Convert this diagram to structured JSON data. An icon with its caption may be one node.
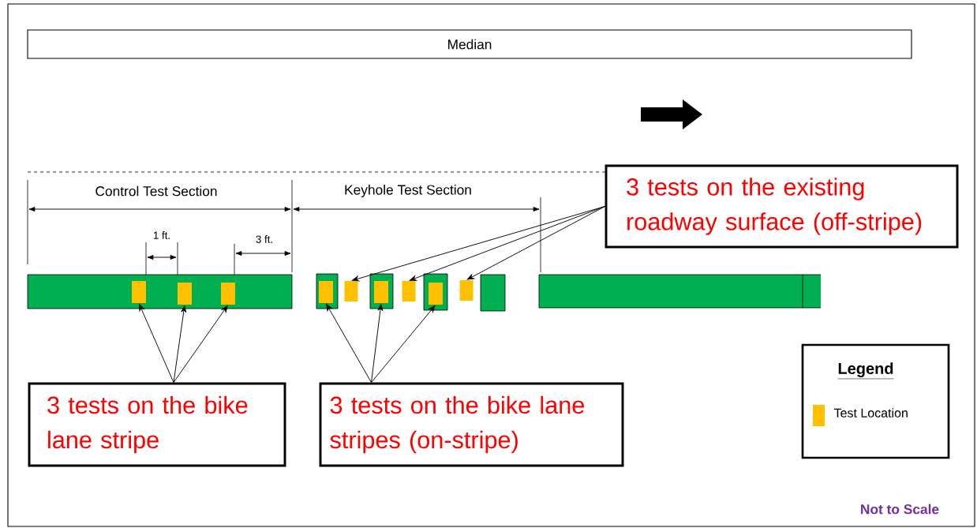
{
  "diagram": {
    "nodes": [
      {
        "text": [
          "Median"
        ]
      },
      {
        "text": [
          "3 tests on the existing roadway surface (off-stripe)"
        ]
      },
      {
        "text": [],
        "shape": "box"
      },
      {
        "text": [],
        "shape": "box"
      },
      {
        "text": [],
        "shape": "box"
      },
      {
        "text": [],
        "shape": "box"
      },
      {
        "text": [],
        "shape": "box"
      },
      {
        "text": [],
        "shape": "box"
      },
      {
        "text": [],
        "shape": "box"
      },
      {
        "text": [],
        "shape": "box"
      },
      {
        "text": [],
        "shape": "box"
      },
      {
        "text": [
          "3 tests on the bike lane stripe"
        ]
      },
      {
        "text": [
          "3 tests on the bike lane stripes (on-stripe)"
        ]
      }
    ],
    "edges": [
      {
        "from": 1,
        "to": 6,
        "arrow": "to"
      },
      {
        "from": 1,
        "to": 8,
        "arrow": "to"
      },
      {
        "from": 1,
        "to": 10,
        "arrow": "to"
      },
      {
        "from": 11,
        "to": 2,
        "arrow": "to"
      },
      {
        "from": 11,
        "to": 3,
        "arrow": "to"
      },
      {
        "from": 11,
        "to": 4,
        "arrow": "to"
      },
      {
        "from": 12,
        "to": 5,
        "arrow": "to"
      },
      {
        "from": 12,
        "to": 7,
        "arrow": "to"
      },
      {
        "from": 12,
        "to": 9,
        "arrow": "to"
      }
    ],
    "labels": [
      "Control Test Section",
      "Keyhole Test Section",
      "1 ft.",
      "3 ft.",
      "Legend",
      "Not to Scale"
    ],
    "legend": [
      {
        "text": "Test Location",
        "color": "#ffc000"
      }
    ]
  }
}
